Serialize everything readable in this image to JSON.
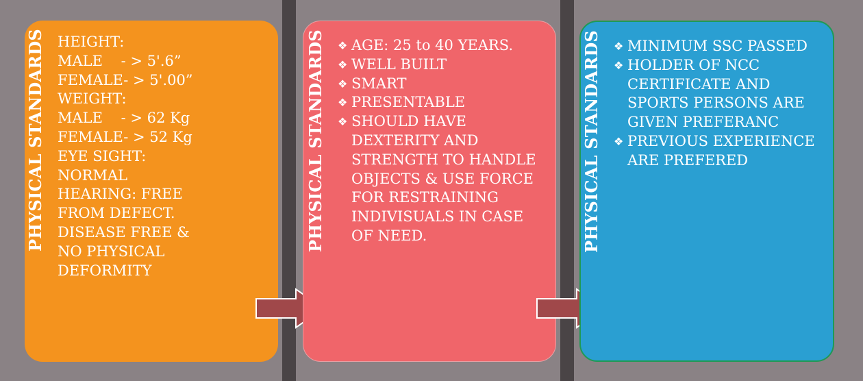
{
  "columns": [
    {
      "title": "PHYSICAL STANDARDS",
      "color": "#f4931e",
      "lines": [
        "HEIGHT:",
        "MALE    - > 5'.6”",
        "FEMALE- > 5'.00”",
        "WEIGHT:",
        "MALE    - > 62 Kg",
        "FEMALE- > 52 Kg",
        "EYE SIGHT:",
        "NORMAL",
        "HEARING: FREE",
        "FROM DEFECT.",
        "DISEASE FREE &",
        "NO PHYSICAL",
        "DEFORMITY"
      ]
    },
    {
      "title": "PHYSICAL STANDARDS",
      "color": "#f0656a",
      "items": [
        "AGE: 25 to 40 YEARS.",
        "WELL BUILT",
        "SMART",
        "PRESENTABLE",
        "SHOULD HAVE DEXTERITY AND STRENGTH TO HANDLE OBJECTS  & USE FORCE FOR RESTRAINING INDIVISUALS IN CASE OF NEED."
      ]
    },
    {
      "title": "PHYSICAL STANDARDS",
      "color": "#2a9fd2",
      "items": [
        "MINIMUM SSC PASSED",
        "HOLDER OF NCC CERTIFICATE AND SPORTS PERSONS ARE GIVEN PREFERANC",
        "PREVIOUS EXPERIENCE ARE PREFERED"
      ]
    }
  ],
  "bullet_glyph": "❖",
  "colors": {
    "panel": "#8a8285",
    "divider": "#4a4446",
    "arrow": "#a0484a"
  },
  "icons": {
    "arrow_1": "right-arrow-icon",
    "arrow_2": "right-arrow-icon"
  }
}
